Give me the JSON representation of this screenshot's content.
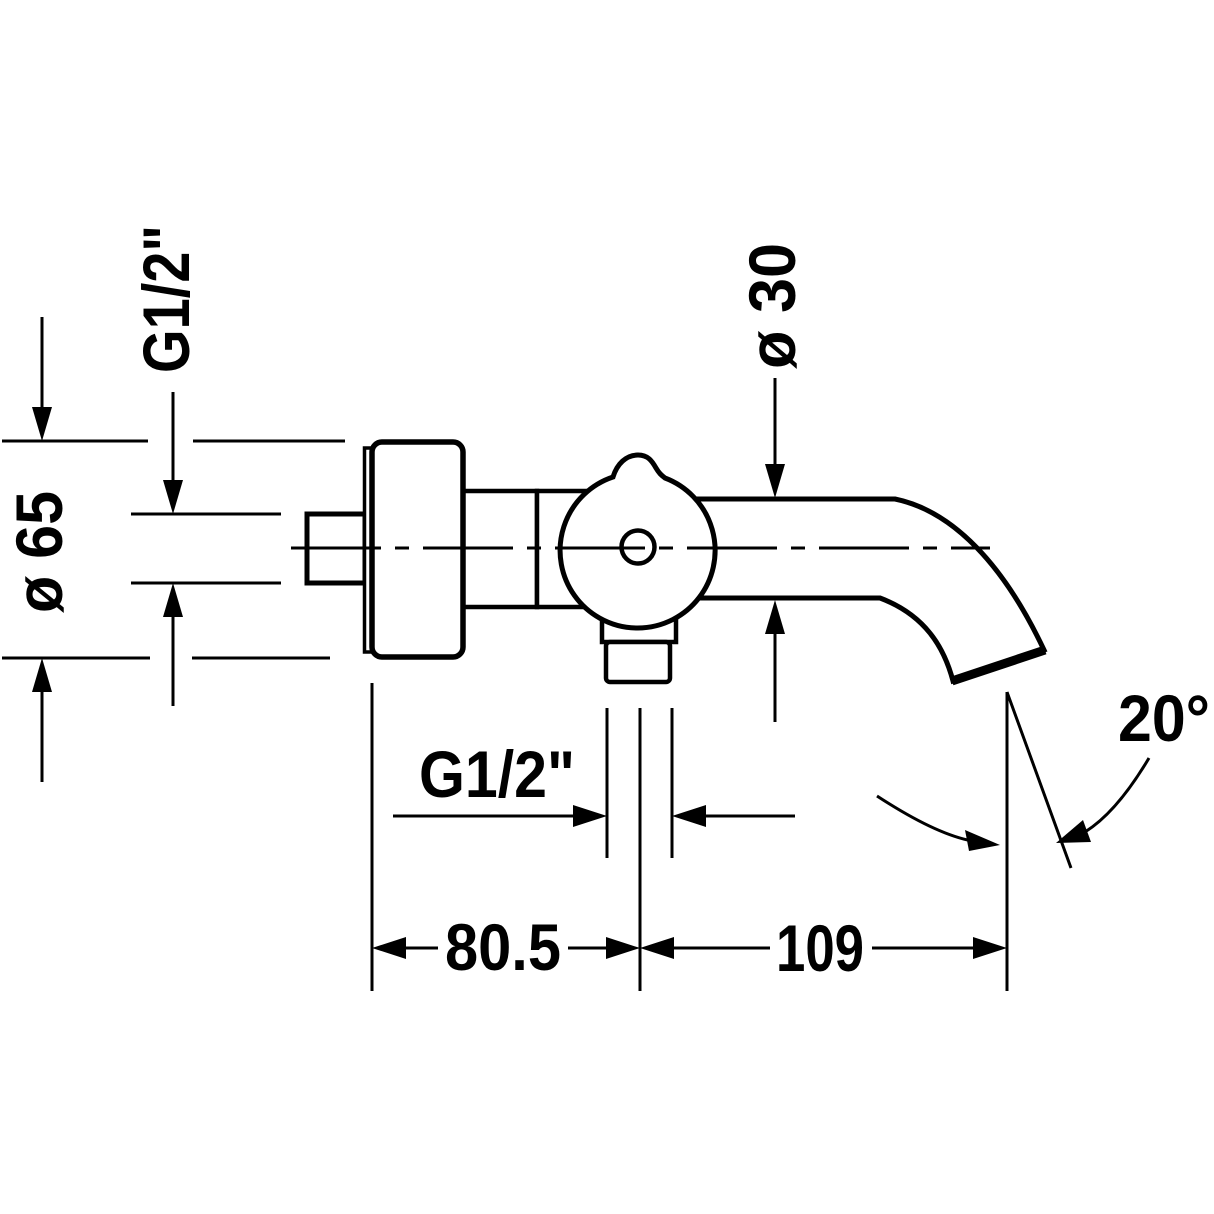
{
  "drawing": {
    "type": "technical-dimension-drawing",
    "subject": "wall-mounted bath spout with valve, side view",
    "colors": {
      "line": "#000000",
      "background": "#ffffff"
    },
    "dimensions": {
      "wall_thread": "G1/2\"",
      "flange_diameter": "ø 65",
      "spout_diameter": "ø 30",
      "outlet_thread": "G1/2\"",
      "wall_to_outlet_mm": "80.5",
      "outlet_to_tip_mm": "109",
      "spout_angle_deg": "20°"
    }
  }
}
